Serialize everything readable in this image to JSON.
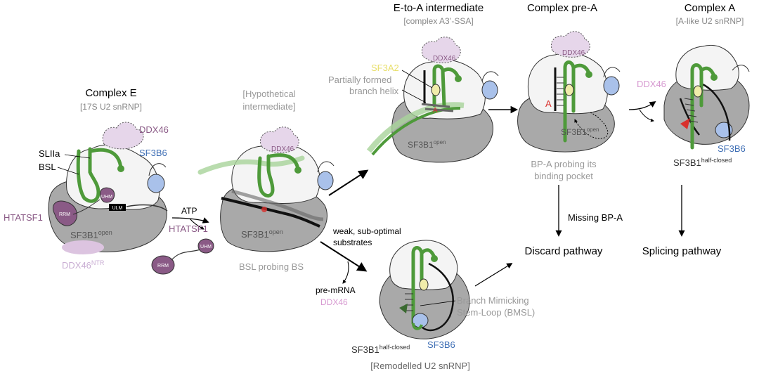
{
  "titles": {
    "complex_e": "Complex E",
    "complex_e_sub": "[17S U2 snRNP]",
    "hypothetical_line1": "[Hypothetical",
    "hypothetical_line2": "intermediate]",
    "e_to_a": "E-to-A intermediate",
    "e_to_a_sub": "[complex A3’-SSA]",
    "pre_a": "Complex pre-A",
    "complex_a": "Complex A",
    "complex_a_sub": "[A-like U2 snRNP]",
    "remodelled": "[Remodelled U2 snRNP]"
  },
  "labels": {
    "ddx46": "DDX46",
    "ddx46_ntr": "DDX46",
    "ddx46_ntr_sup": "NTR",
    "sf3b6": "SF3B6",
    "sliia": "SLIIa",
    "bsl": "BSL",
    "htatsf1": "HTATSF1",
    "rrm": "RRM",
    "uhm": "UHM",
    "ulm": "ULM",
    "sf3b1": "SF3B1",
    "open": "open",
    "half_closed": "half-closed",
    "atp": "ATP",
    "sf3a2": "SF3A2",
    "partially_line1": "Partially formed",
    "partially_line2": "branch helix",
    "branch_a": "A",
    "bp_line1": "BP-A probing its",
    "bp_line2": "binding pocket",
    "bsl_probing": "BSL probing BS",
    "weak_line1": "weak, sub-optimal",
    "weak_line2": "substrates",
    "pre_mrna": "pre-mRNA",
    "bmsl_line1": "Branch Mimicking",
    "bmsl_line2": "Stem-Loop (BMSL)",
    "missing_bpa": "Missing BP-A",
    "discard": "Discard pathway",
    "splicing": "Splicing pathway"
  },
  "colors": {
    "green": "#4e9a3a",
    "grey": "#a9a9a9",
    "purple": "#8a5a86",
    "ddx46_light": "#dcc4e0",
    "sf3b6_blue": "#a9c1ea",
    "sf3b6_text": "#3f6fb5",
    "sf3a2_yellow": "#f0ecaa",
    "red": "#d9302c"
  }
}
